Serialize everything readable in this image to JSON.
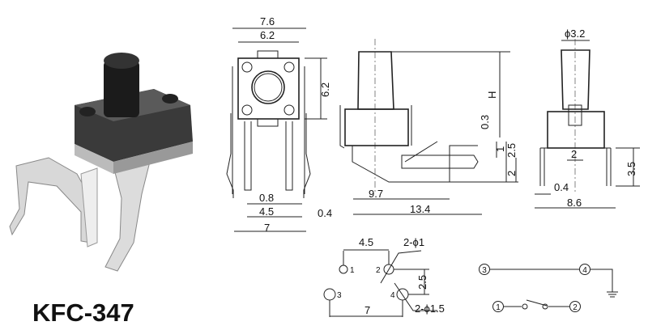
{
  "product": {
    "model": "KFC-347"
  },
  "front_view": {
    "width_outer": "7.6",
    "width_body": "6.2",
    "height_body": "6.2",
    "pin_width": "0.8",
    "pin_pitch": "4.5",
    "lead_thickness": "0.4",
    "leg_span": "7"
  },
  "side_view": {
    "height": "H",
    "gap": "0.3",
    "dim_1": "1",
    "dim_2_5": "2.5",
    "dim_2": "2",
    "depth_short": "9.7",
    "depth_total": "13.4"
  },
  "end_view": {
    "stem_diameter": "ϕ3.2",
    "dim_2": "2",
    "dim_3_5": "3.5",
    "dim_0_4": "0.4",
    "width": "8.6"
  },
  "footprint": {
    "pitch_x": "4.5",
    "hole_small": "2-ϕ1",
    "pitch_y": "2.5",
    "hole_large": "2-ϕ1.5",
    "span": "7",
    "pins": [
      "1",
      "2",
      "3",
      "4"
    ]
  },
  "schematic": {
    "nodes": [
      "3",
      "4",
      "1",
      "2"
    ]
  }
}
